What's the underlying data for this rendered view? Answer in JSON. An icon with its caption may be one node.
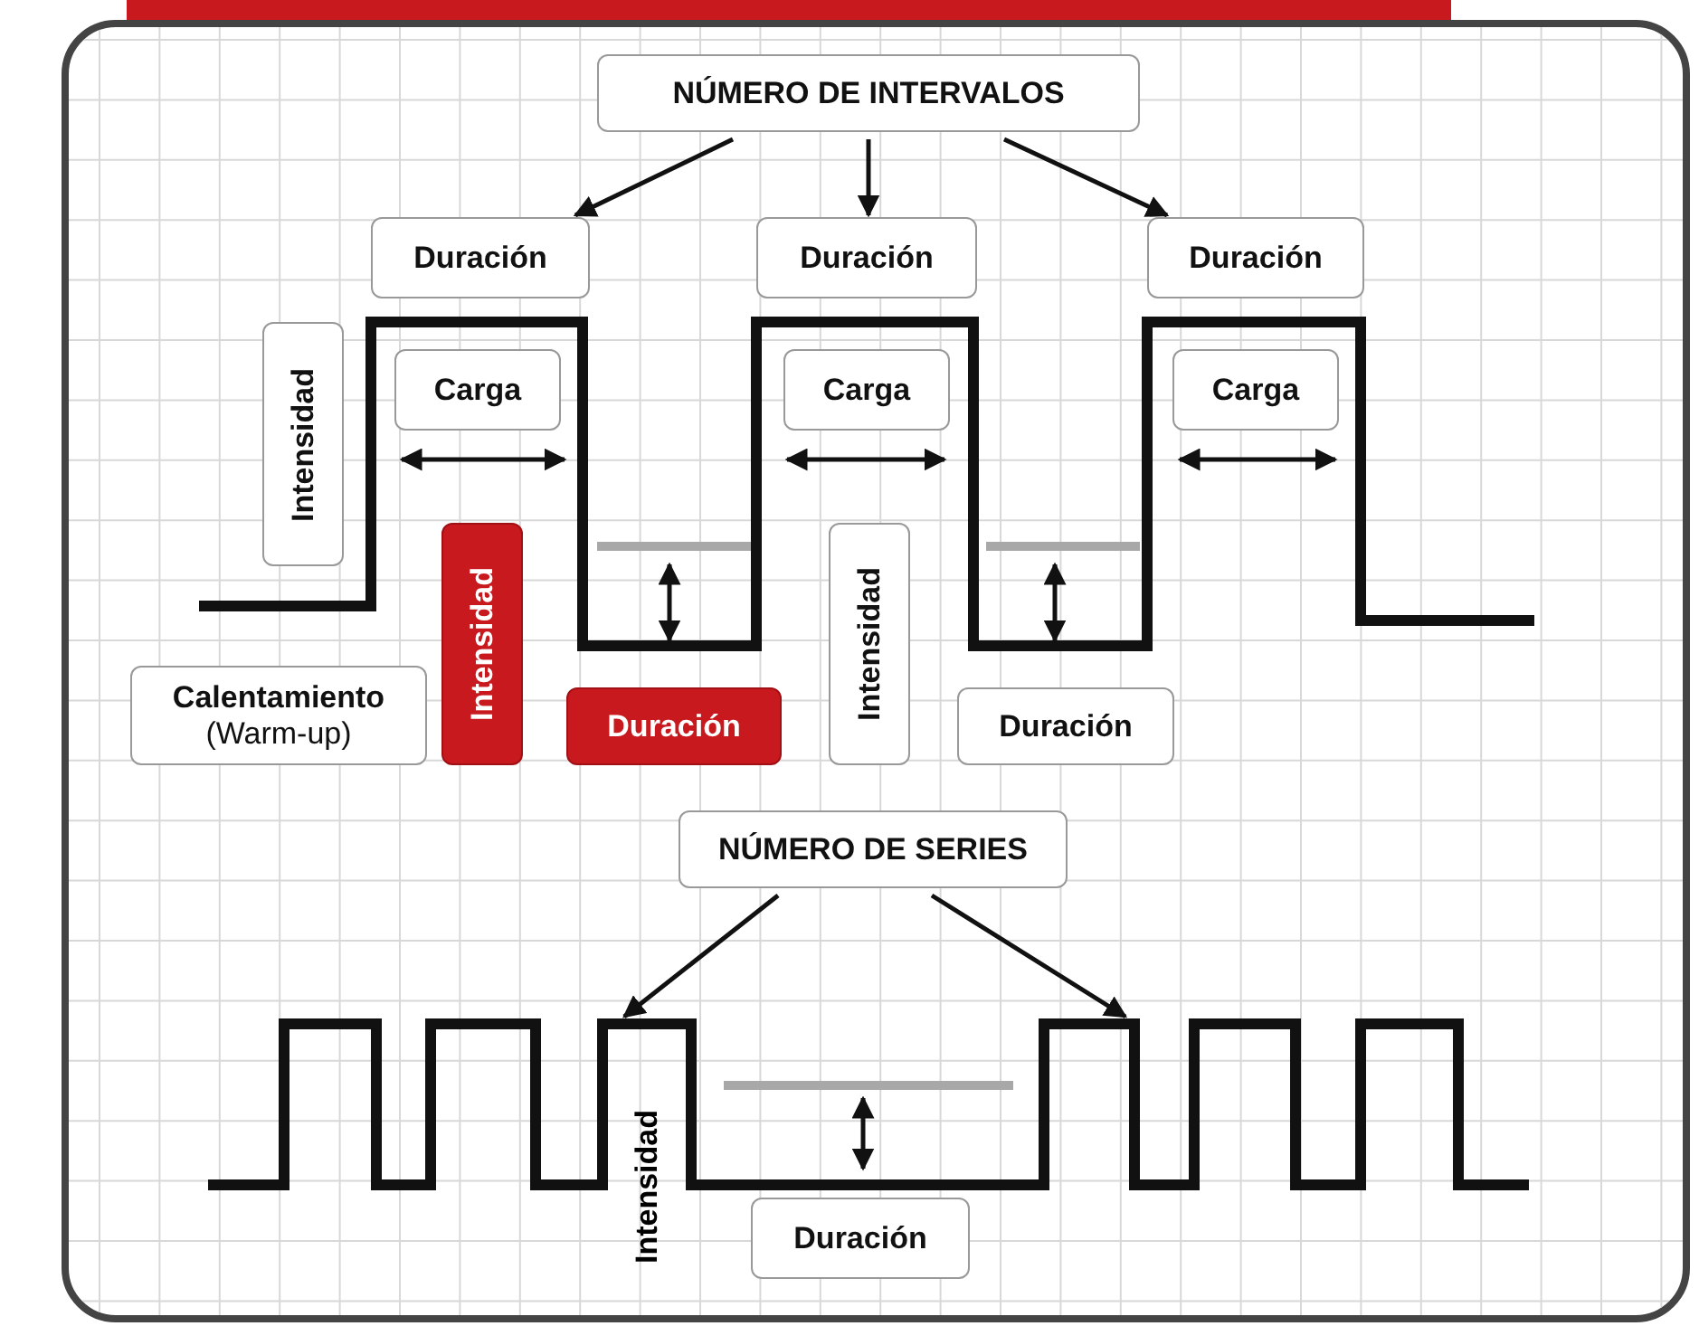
{
  "diagram": {
    "nodes": [
      {
        "text": [
          "NÚMERO DE INTERVALOS"
        ]
      },
      {
        "text": [
          "Duración"
        ]
      },
      {
        "text": [
          "Duración"
        ]
      },
      {
        "text": [
          "Duración"
        ]
      },
      {
        "text": [
          "Intensidad"
        ]
      },
      {
        "text": [
          "Carga"
        ]
      },
      {
        "text": [
          "Carga"
        ]
      },
      {
        "text": [
          "Carga"
        ]
      },
      {
        "text": [
          "Calentamiento",
          "(Warm-up)"
        ]
      },
      {
        "text": [
          "Intensidad"
        ]
      },
      {
        "text": [
          "Duración"
        ]
      },
      {
        "text": [
          "Intensidad"
        ]
      },
      {
        "text": [
          "Duración"
        ]
      },
      {
        "text": [
          "NÚMERO DE SERIES"
        ]
      },
      {
        "text": [
          "Intensidad"
        ]
      },
      {
        "text": [
          "Duración"
        ]
      },
      {
        "text": [],
        "shape": "bar"
      },
      {
        "text": [],
        "shape": "bar"
      }
    ],
    "edges": [
      {
        "from": 0,
        "to": 1,
        "arrow": "to"
      },
      {
        "from": 0,
        "to": 2,
        "arrow": "to"
      },
      {
        "from": 0,
        "to": 3,
        "arrow": "to"
      },
      {
        "from": 13,
        "to": 16,
        "arrow": "to"
      },
      {
        "from": 13,
        "to": 17,
        "arrow": "to"
      }
    ]
  }
}
